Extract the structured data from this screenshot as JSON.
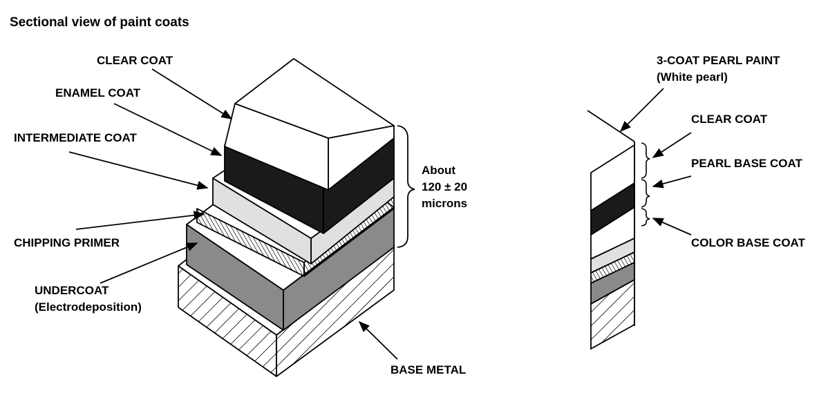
{
  "title": "Sectional view of paint coats",
  "left_labels": {
    "clear_coat": "CLEAR COAT",
    "enamel_coat": "ENAMEL COAT",
    "intermediate_coat": "INTERMEDIATE COAT",
    "chipping_primer": "CHIPPING PRIMER",
    "undercoat_line1": "UNDERCOAT",
    "undercoat_line2": "(Electrodeposition)",
    "base_metal": "BASE METAL"
  },
  "thickness": {
    "line1": "About",
    "line2": "120 ± 20",
    "line3": "microns"
  },
  "right_labels": {
    "pearl_paint_line1": "3-COAT PEARL PAINT",
    "pearl_paint_line2": "(White pearl)",
    "clear_coat": "CLEAR COAT",
    "pearl_base_coat": "PEARL BASE COAT",
    "color_base_coat": "COLOR BASE COAT"
  },
  "colors": {
    "enamel": "#1a1a1a",
    "intermediate": "#e0e0e0",
    "undercoat": "#8a8a8a",
    "ink": "#000000"
  }
}
